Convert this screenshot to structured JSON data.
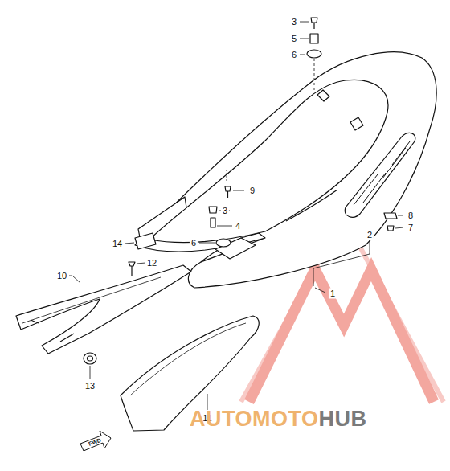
{
  "diagram": {
    "labels": [
      "3",
      "5",
      "6",
      "9",
      "3",
      "4",
      "6",
      "14",
      "12",
      "10",
      "2",
      "8",
      "7",
      "1",
      "13",
      "11",
      "FWD",
      "AUTOMOTO",
      "HUB"
    ]
  }
}
